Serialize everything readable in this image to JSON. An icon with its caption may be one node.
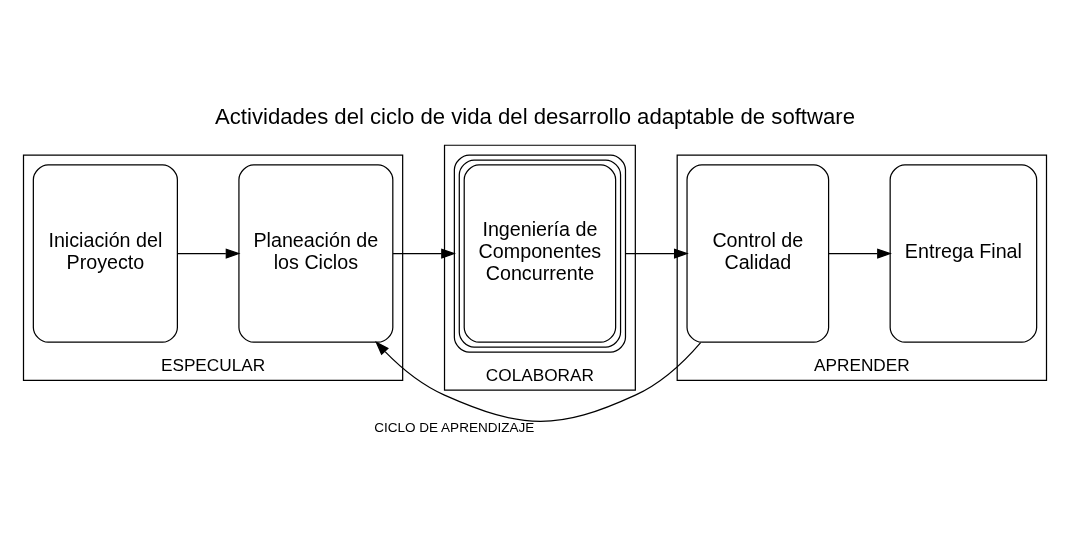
{
  "diagram": {
    "title": "Actividades del ciclo de vida del desarrollo adaptable de software",
    "nodes": [
      {
        "text": [
          "ESPECULAR"
        ]
      },
      {
        "text": [
          "Iniciación del Proyecto"
        ],
        "in": 0
      },
      {
        "text": [
          "Planeación de los Ciclos"
        ],
        "in": 0
      },
      {
        "text": [
          "COLABORAR"
        ]
      },
      {
        "text": [
          "Ingeniería de Componentes Concurrente"
        ],
        "in": 3
      },
      {
        "text": [
          "APRENDER"
        ]
      },
      {
        "text": [
          "Control de Calidad"
        ],
        "in": 5
      },
      {
        "text": [
          "Entrega Final"
        ],
        "in": 5
      }
    ],
    "edges": [
      {
        "from": 1,
        "to": 2,
        "arrow": "to"
      },
      {
        "from": 2,
        "to": 4,
        "arrow": "to"
      },
      {
        "from": 4,
        "to": 6,
        "arrow": "to"
      },
      {
        "from": 6,
        "to": 7,
        "arrow": "to"
      },
      {
        "from": 6,
        "to": 2,
        "arrow": "to",
        "label": "CICLO DE APRENDIZAJE"
      }
    ]
  }
}
